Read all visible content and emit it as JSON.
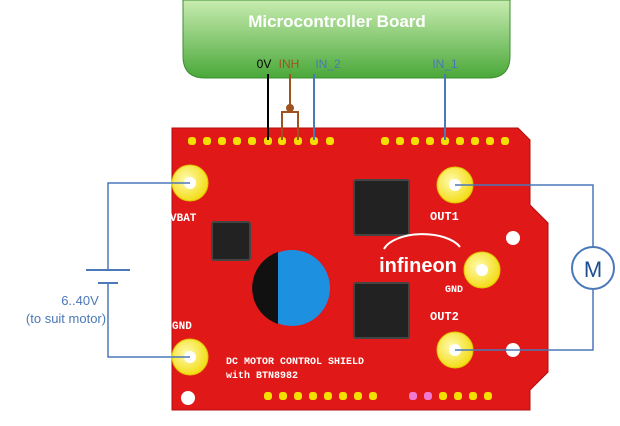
{
  "board": {
    "title": "Microcontroller Board",
    "pins": {
      "gnd": "0V",
      "inh": "INH",
      "in2": "IN_2",
      "in1": "IN_1"
    }
  },
  "shield": {
    "vbat_label": "VBAT",
    "gnd_left_label": "GND",
    "gnd_right_label": "GND",
    "out1_label": "OUT1",
    "out2_label": "OUT2",
    "logo_text": "infineon",
    "name_line1": "DC MOTOR CONTROL SHIELD",
    "name_line2": "with BTN8982"
  },
  "battery": {
    "voltage_label": "6..40V",
    "note_label": "(to suit motor)"
  },
  "motor": {
    "symbol": "M"
  },
  "colors": {
    "board_green_top": "#b4e29a",
    "board_green_bottom": "#4aa83a",
    "pcb_red": "#e01818",
    "pad_yellow": "#f4e000",
    "wire_blue": "#4a78b8",
    "inh_brown": "#a0521e",
    "capacitor_blue": "#1e90e0",
    "chip_black": "#222222"
  }
}
